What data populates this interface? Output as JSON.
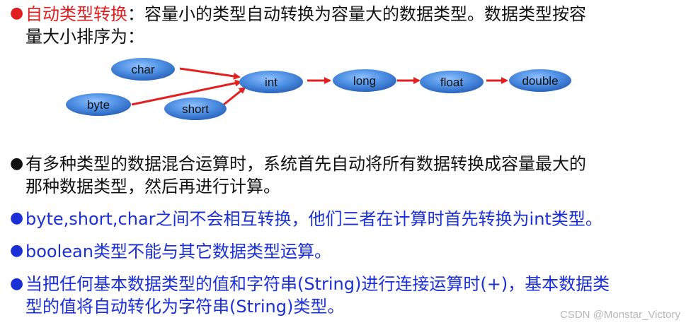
{
  "section1": {
    "title": "自动类型转换",
    "colon": "：",
    "text_line1": "容量小的类型自动转换为容量大的数据类型。数据类型按容",
    "text_line2": "量大小排序为："
  },
  "diagram": {
    "nodes": [
      "char",
      "byte",
      "short",
      "int",
      "long",
      "float",
      "double"
    ],
    "fill_color": "#4d8fe3",
    "arrow_color": "#e32020"
  },
  "section2": {
    "line1": "有多种类型的数据混合运算时，系统首先自动将所有数据转换成容量最大的",
    "line2": "那种数据类型，然后再进行计算。"
  },
  "section3": {
    "line1": "byte,short,char之间不会相互转换，他们三者在计算时首先转换为int类型。"
  },
  "section4": {
    "line1": "boolean类型不能与其它数据类型运算。"
  },
  "section5": {
    "line1": "当把任何基本数据类型的值和字符串(String)进行连接运算时(+)，基本数据类",
    "line2": "型的值将自动转化为字符串(String)类型。"
  },
  "watermark": "CSDN @Monstar_Victory",
  "colors": {
    "red": "#e02020",
    "blue": "#1a2fd6",
    "black": "#111111"
  }
}
